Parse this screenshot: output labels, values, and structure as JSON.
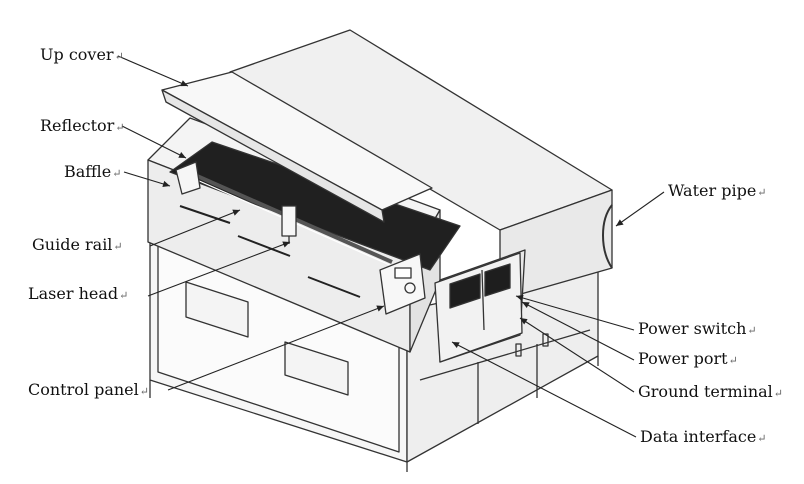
{
  "labels": {
    "up_cover": "Up cover",
    "reflector": "Reflector",
    "baffle": "Baffle",
    "guide_rail": "Guide rail",
    "laser_head": "Laser head",
    "control_panel": "Control panel",
    "water_pipe": "Water pipe",
    "power_switch": "Power switch",
    "power_port": "Power port",
    "ground_terminal": "Ground terminal",
    "data_interface": "Data interface"
  },
  "return_mark": "↵",
  "colors": {
    "line": "#333333",
    "body": "#f1f1f1",
    "dark": "#1e1e1e",
    "mid": "#d6d6d6"
  }
}
